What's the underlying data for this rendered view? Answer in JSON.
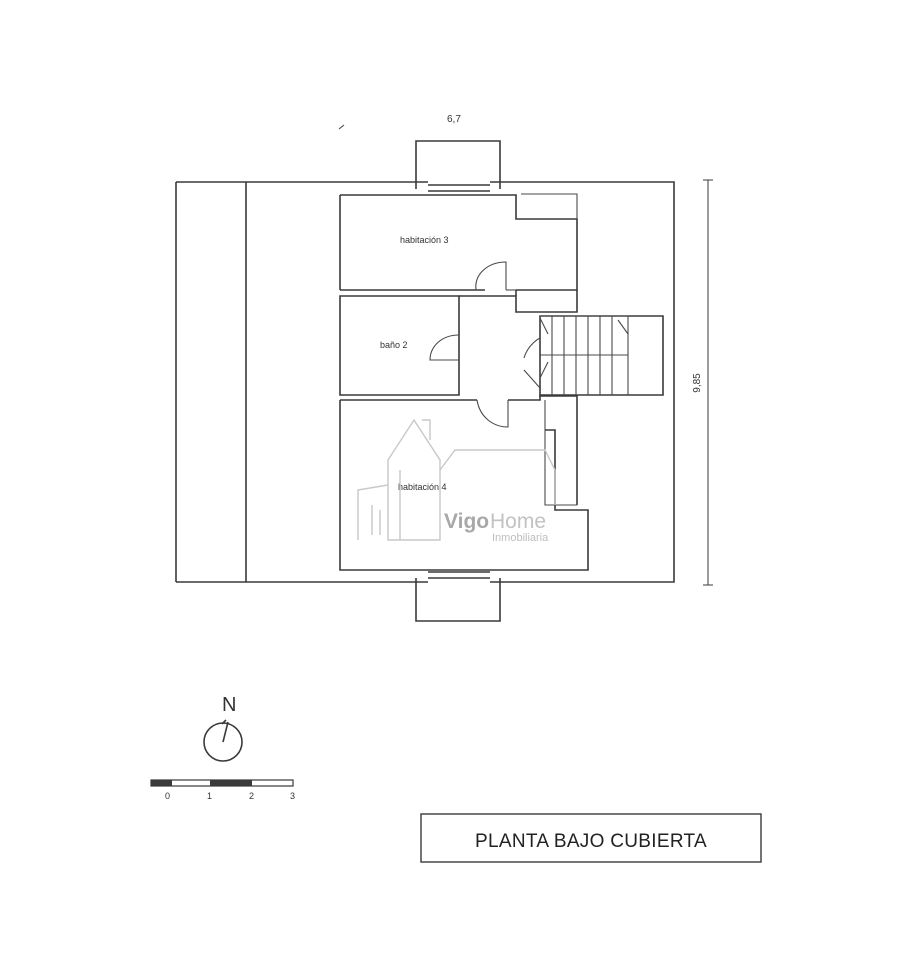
{
  "plan": {
    "dimension_top": "6,7",
    "dimension_right": "9,85",
    "rooms": {
      "room3": "habitación 3",
      "bath2": "baño 2",
      "room4": "habitación 4"
    }
  },
  "compass": {
    "north_label": "N"
  },
  "scale_bar": {
    "ticks": [
      "0",
      "1",
      "2",
      "3"
    ]
  },
  "watermark": {
    "brand_a": "Vigo",
    "brand_b": "Home",
    "subtitle": "Inmobiliaria"
  },
  "title": "PLANTA BAJO CUBIERTA",
  "colors": {
    "ink": "#3a3a3a",
    "watermark": "#b0b0b0"
  }
}
